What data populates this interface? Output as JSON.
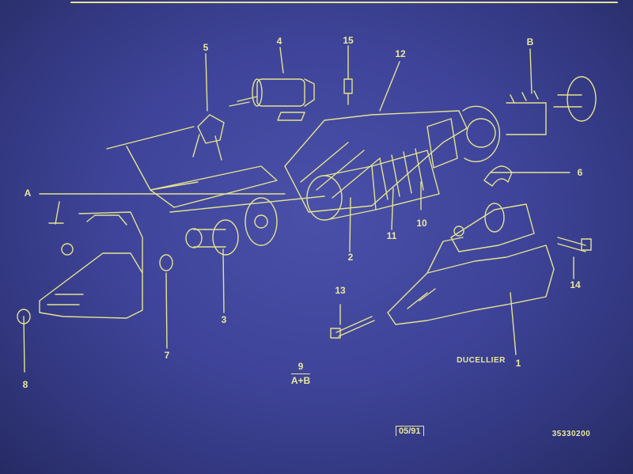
{
  "callouts": {
    "c1": "1",
    "c2": "2",
    "c3": "3",
    "c4": "4",
    "c5": "5",
    "c6": "6",
    "c7": "7",
    "c8": "8",
    "c10": "10",
    "c11": "11",
    "c12": "12",
    "c13": "13",
    "c14": "14",
    "c15": "15",
    "cA": "A",
    "cB": "B"
  },
  "brand_label": "DUCELLIER",
  "note": {
    "number": "9",
    "text": "A+B"
  },
  "date_stamp": "05/91",
  "reference_number": "35330200",
  "colors": {
    "background": "#3f449a",
    "ink": "#e8e89c"
  }
}
